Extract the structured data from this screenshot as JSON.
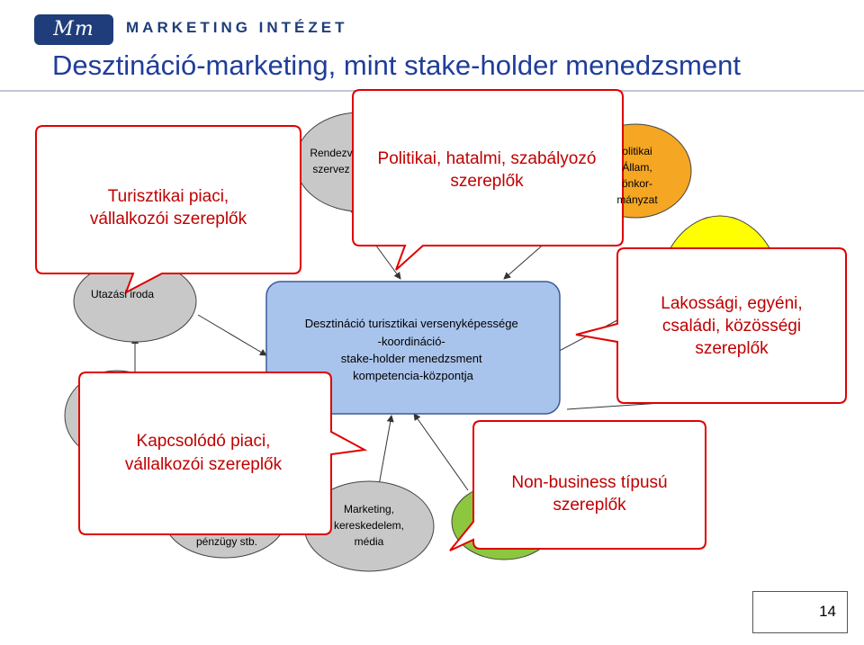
{
  "header": {
    "logo_mark": "Mm",
    "logo_text": "MARKETING INTÉZET",
    "title": "Desztináció-marketing, mint stake-holder menedzsment"
  },
  "diagram": {
    "center_lines": [
      "Desztináció turisztikai versenyképessége",
      "-koordináció-",
      "stake-holder menedzsment",
      "kompetencia-központja"
    ],
    "nodes": {
      "utazasi_iroda": "Utazási iroda",
      "rendezveny_top": "Rendezv",
      "rendezveny_bottom": "szervez",
      "politikai_1": "olitikai",
      "politikai_2": "Állam,",
      "politikai_3": "önkor-",
      "politikai_4": "mányzat",
      "penzugy": "pénzügy stb.",
      "marketing_1": "Marketing,",
      "marketing_2": "kereskedelem,",
      "marketing_3": "média"
    },
    "callouts": {
      "turisztikai": [
        "Turisztikai piaci,",
        "vállalkozói szereplők"
      ],
      "politikai": [
        "Politikai, hatalmi, szabályozó",
        "szereplők"
      ],
      "lakossagi": [
        "Lakossági, egyéni,",
        "családi, közösségi",
        "szereplők"
      ],
      "kapcsolodo": [
        "Kapcsolódó piaci,",
        "vállalkozói szereplők"
      ],
      "nonbusiness": [
        "Non-business típusú",
        "szereplők"
      ]
    }
  },
  "slide_number": "14",
  "colors": {
    "title": "#1f3d9a",
    "center_fill": "#a9c4ec",
    "ellipse_grey": "#c8c8c8",
    "ellipse_orange": "#f5a623",
    "ellipse_yellow": "#ffff00",
    "ellipse_green": "#8dc63f",
    "callout_border": "#e00000",
    "callout_text": "#c00000"
  }
}
